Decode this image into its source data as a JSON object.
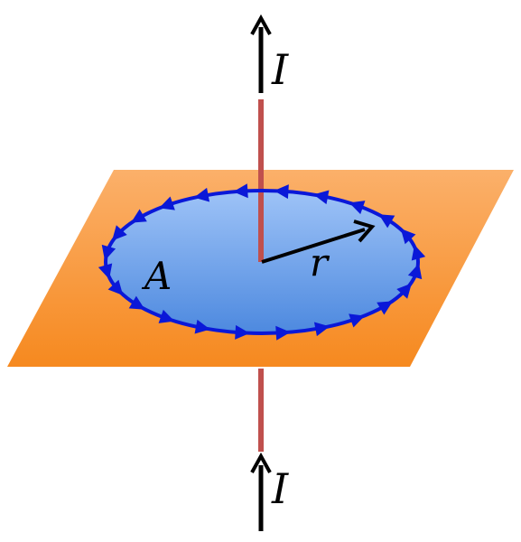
{
  "labels": {
    "current_top": "I",
    "current_bottom": "I",
    "area": "A",
    "radius": "r"
  },
  "colors": {
    "plane_top": "#fbb06a",
    "plane_bottom": "#f6891f",
    "plane_edge": "#f49b3f",
    "disk_top": "#9ec3f7",
    "disk_bottom": "#4d89df",
    "loop": "#0a18d8",
    "wire": "#c0504d",
    "arrow": "#000000"
  },
  "icons": {
    "loop_arrowheads": "triangle-arrowhead",
    "current_arrows": "up-arrow"
  }
}
